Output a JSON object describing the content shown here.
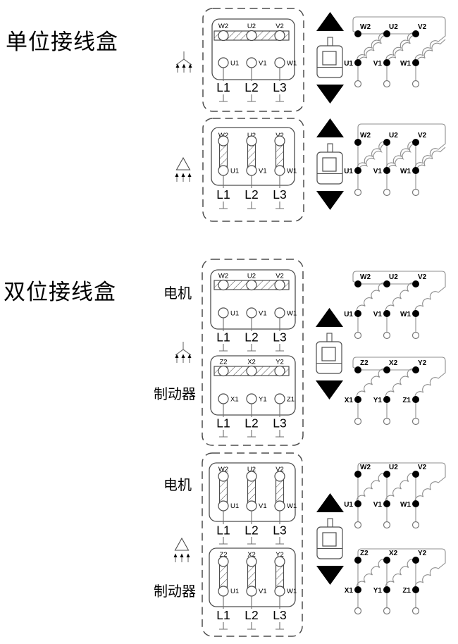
{
  "titles": {
    "section1": "单位接线盒",
    "section2": "双位接线盒"
  },
  "labels": {
    "motor": "电机",
    "brake": "制动器"
  },
  "terminal_boxes": [
    {
      "name": "single-box-star",
      "top": [
        "W2",
        "U2",
        "V2"
      ],
      "bottom": [
        "U1",
        "V1",
        "W1"
      ],
      "supply": [
        "L1",
        "L2",
        "L3"
      ]
    },
    {
      "name": "single-box-delta",
      "top": [
        "W2",
        "U2",
        "V2"
      ],
      "bottom": [
        "U1",
        "V1",
        "W1"
      ],
      "supply": [
        "L1",
        "L2",
        "L3"
      ]
    },
    {
      "name": "double-box-star-motor",
      "top": [
        "W2",
        "U2",
        "V2"
      ],
      "bottom": [
        "U1",
        "V1",
        "W1"
      ],
      "supply": [
        "L1",
        "L2",
        "L3"
      ]
    },
    {
      "name": "double-box-star-brake",
      "top": [
        "Z2",
        "X2",
        "Y2"
      ],
      "bottom": [
        "X1",
        "Y1",
        "Z1"
      ],
      "supply": [
        "L1",
        "L2",
        "L3"
      ]
    },
    {
      "name": "double-box-delta-motor",
      "top": [
        "W2",
        "U2",
        "V2"
      ],
      "bottom": [
        "U1",
        "V1",
        "W1"
      ],
      "supply": [
        "L1",
        "L2",
        "L3"
      ]
    },
    {
      "name": "double-box-delta-brake",
      "top": [
        "Z2",
        "X2",
        "Y2"
      ],
      "bottom": [
        "U1",
        "V1",
        "W1"
      ],
      "supply": [
        "L1",
        "L2",
        "L3"
      ]
    }
  ],
  "winding_diagrams": [
    {
      "name": "star-single",
      "top": [
        "W2",
        "U2",
        "V2"
      ],
      "bottom": [
        "U1",
        "V1",
        "W1"
      ]
    },
    {
      "name": "delta-single",
      "top": [
        "W2",
        "U2",
        "V2"
      ],
      "bottom": [
        "U1",
        "V1",
        "W1"
      ]
    },
    {
      "name": "star-motor",
      "top": [
        "W2",
        "U2",
        "V2"
      ],
      "bottom": [
        "U1",
        "V1",
        "W1"
      ]
    },
    {
      "name": "star-brake",
      "top": [
        "Z2",
        "X2",
        "Y2"
      ],
      "bottom": [
        "X1",
        "Y1",
        "Z1"
      ]
    },
    {
      "name": "delta-motor",
      "top": [
        "W2",
        "U2",
        "V2"
      ],
      "bottom": [
        "U1",
        "V1",
        "W1"
      ]
    },
    {
      "name": "delta-brake",
      "top": [
        "Z2",
        "X2",
        "Y2"
      ],
      "bottom": [
        "X1",
        "Y1",
        "Z1"
      ]
    }
  ],
  "icons": {
    "star_connection": "star-connection-icon",
    "delta_connection": "delta-connection-icon",
    "pendant_control": "pendant-control-icon",
    "up_arrow": "up-arrow-icon",
    "down_arrow": "down-arrow-icon",
    "ground_tick": "cable-end-tick-icon"
  },
  "colors": {
    "background": "#ffffff",
    "line": "#4d4d4d",
    "winding_line": "#8f8f8f",
    "solid_black": "#000000"
  }
}
